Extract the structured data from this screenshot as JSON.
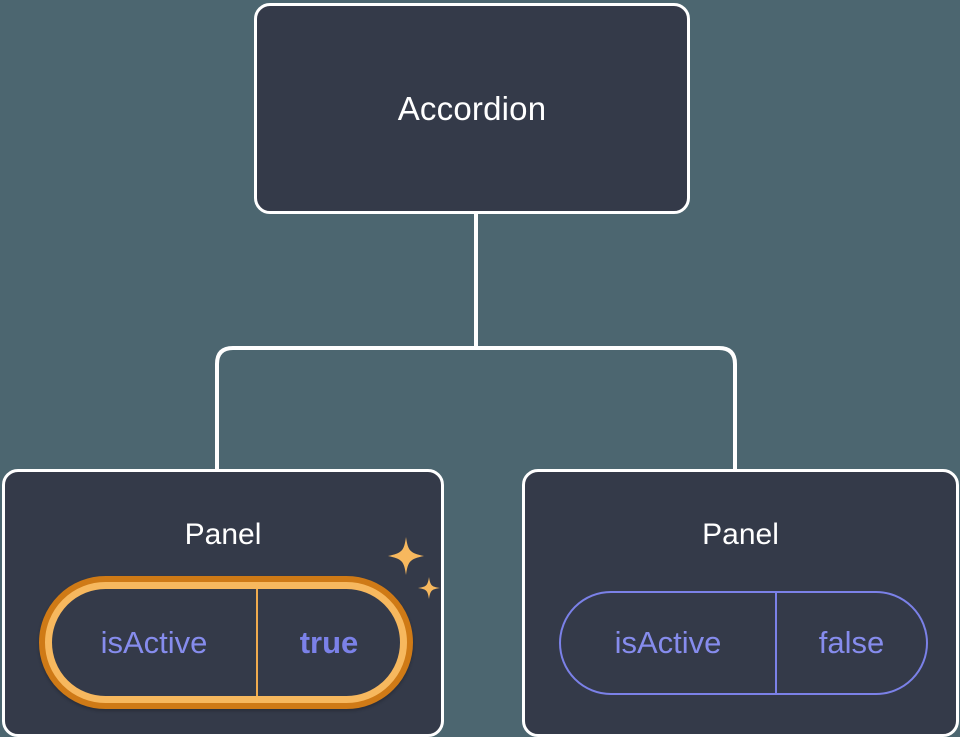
{
  "diagram": {
    "type": "component-tree",
    "background_color": "#4c6670",
    "node_fill_color": "#343a49",
    "node_border_color": "#ffffff",
    "connector_color": "#ffffff",
    "highlight_outer_color": "#cf7a16",
    "highlight_inner_color": "#f7b85e",
    "prop_text_color": "#868ced",
    "prop_value_highlight_color": "#7b81e8",
    "sparkle_color": "#f7b85e"
  },
  "root": {
    "title": "Accordion"
  },
  "panels": [
    {
      "title": "Panel",
      "highlighted": true,
      "prop": {
        "key": "isActive",
        "value": "true"
      },
      "sparkle_icon": "sparkles-icon"
    },
    {
      "title": "Panel",
      "highlighted": false,
      "prop": {
        "key": "isActive",
        "value": "false"
      }
    }
  ]
}
